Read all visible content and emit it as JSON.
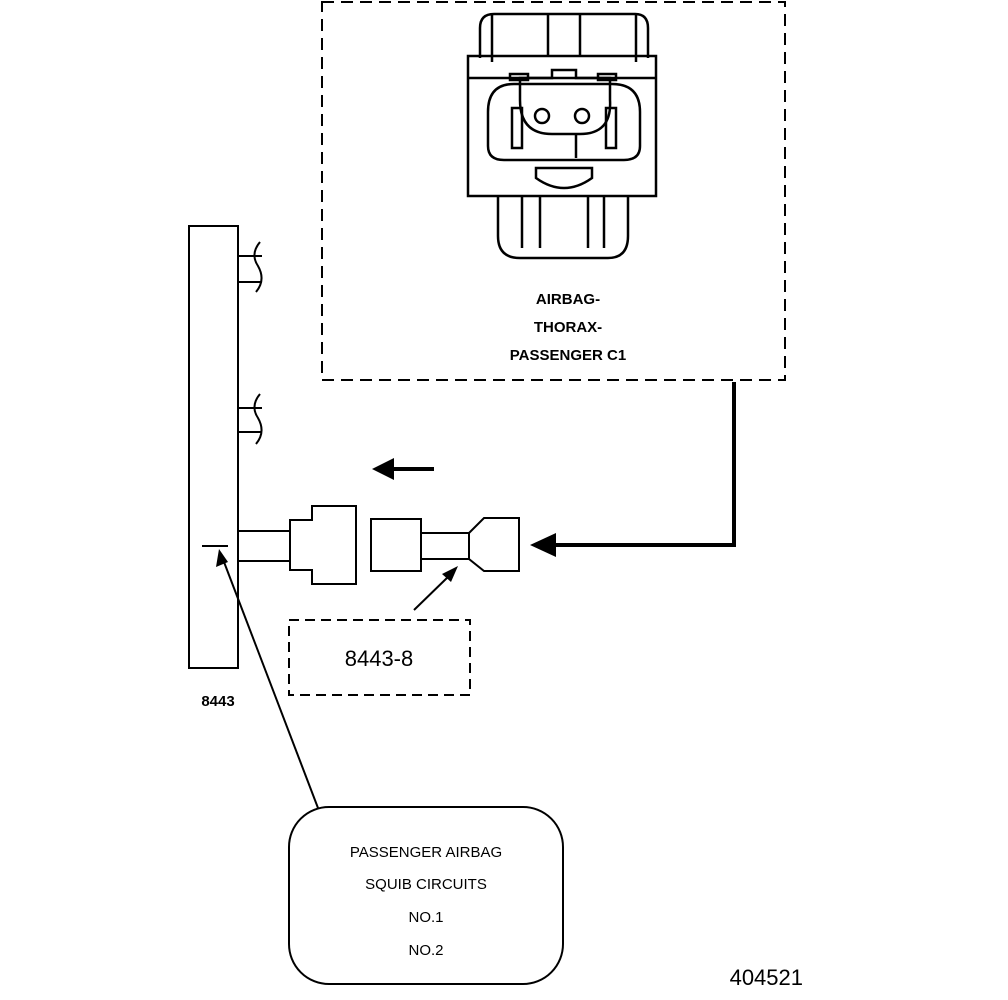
{
  "connector_label": {
    "line1": "AIRBAG-",
    "line2": "THORAX-",
    "line3": "PASSENGER C1"
  },
  "adapter_label": "8443-8",
  "tester_label": "8443",
  "circuits_callout": {
    "line1": "PASSENGER AIRBAG",
    "line2": "SQUIB CIRCUITS",
    "line3": "NO.1",
    "line4": "NO.2"
  },
  "figure_number": "404521"
}
